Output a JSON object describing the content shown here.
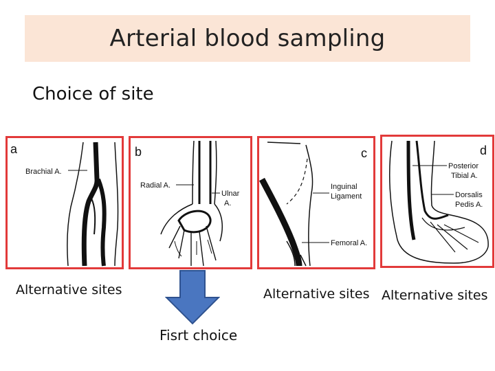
{
  "title": "Arterial blood sampling",
  "subtitle": "Choice of site",
  "panels": [
    {
      "letter": "a",
      "label1": "Brachial A."
    },
    {
      "letter": "b",
      "label1": "Radial A.",
      "label2": "Ulnar",
      "label3": "A."
    },
    {
      "letter": "c",
      "label1": "Inguinal",
      "label2": "Ligament",
      "label3": "Femoral A."
    },
    {
      "letter": "d",
      "label1": "Posterior",
      "label2": "Tibial A.",
      "label3": "Dorsalis",
      "label4": "Pedis A."
    }
  ],
  "captions": {
    "left": "Alternative sites",
    "middle": "Alternative sites",
    "right": "Alternative sites"
  },
  "arrow_label": "Fisrt choice",
  "colors": {
    "panel_border": "#e23a3a",
    "title_bg": "#fbe5d6",
    "arrow_fill": "#4a76c0",
    "arrow_stroke": "#2f528f"
  }
}
